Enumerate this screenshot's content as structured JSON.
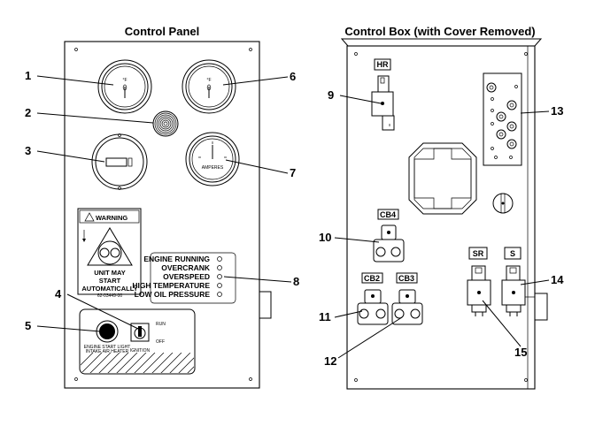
{
  "titles": {
    "control_panel": "Control Panel",
    "control_box": "Control Box (with Cover Removed)"
  },
  "callouts": {
    "c1": "1",
    "c2": "2",
    "c3": "3",
    "c4": "4",
    "c5": "5",
    "c6": "6",
    "c7": "7",
    "c8": "8",
    "c9": "9",
    "c10": "10",
    "c11": "11",
    "c12": "12",
    "c13": "13",
    "c14": "14",
    "c15": "15"
  },
  "gauges": {
    "left_small_text": "°F",
    "right_small_text": "°F",
    "ammeter_text": "AMPERES"
  },
  "warning_label": {
    "header": "WARNING",
    "line1": "UNIT MAY",
    "line2": "START",
    "line3": "AUTOMATICALLY",
    "part_no": "62-03449-00"
  },
  "indicators": [
    "ENGINE RUNNING",
    "OVERCRANK",
    "OVERSPEED",
    "HIGH TEMPERATURE",
    "LOW OIL PRESSURE"
  ],
  "switch_plate": {
    "heater_line1": "ENGINE START LIGHT",
    "heater_line2": "INTAKE AIR HEATER",
    "ignition": "IGNITION",
    "run": "RUN",
    "off": "OFF"
  },
  "relays": {
    "hr": "HR",
    "cb4": "CB4",
    "cb2": "CB2",
    "cb3": "CB3",
    "sr": "SR",
    "s": "S"
  }
}
